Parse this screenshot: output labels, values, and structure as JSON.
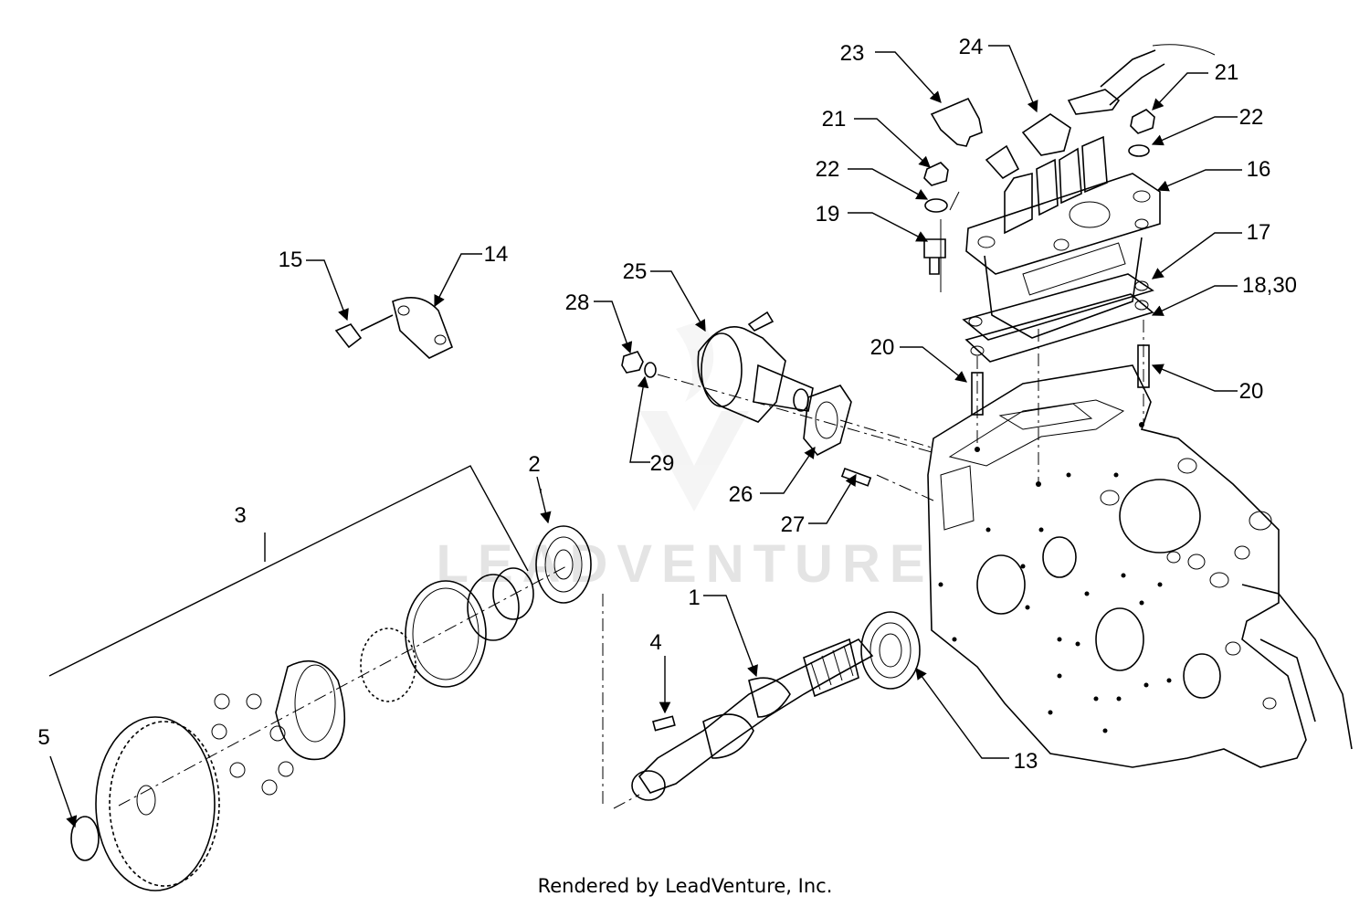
{
  "callouts": {
    "c1": "1",
    "c2": "2",
    "c3": "3",
    "c4": "4",
    "c5": "5",
    "c13": "13",
    "c14": "14",
    "c15": "15",
    "c16": "16",
    "c17": "17",
    "c18_30": "18,30",
    "c19": "19",
    "c20a": "20",
    "c20b": "20",
    "c21a": "21",
    "c21b": "21",
    "c22a": "22",
    "c22b": "22",
    "c23": "23",
    "c24": "24",
    "c25": "25",
    "c26": "26",
    "c27": "27",
    "c28": "28",
    "c29": "29"
  },
  "watermark": "LEADVENTURE",
  "footer": "Rendered by LeadVenture, Inc."
}
